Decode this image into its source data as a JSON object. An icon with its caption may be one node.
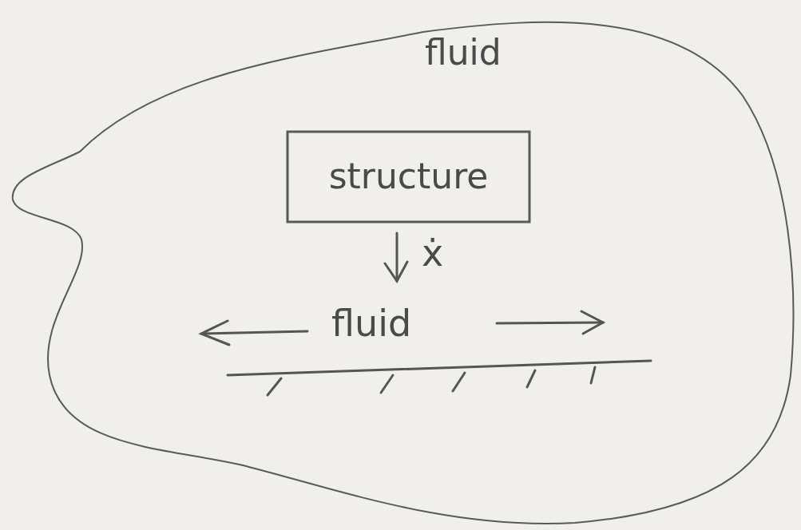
{
  "diagram": {
    "nodes": [
      {
        "text": [
          "fluid"
        ]
      },
      {
        "text": [
          "structure"
        ],
        "in": 0
      }
    ],
    "edges": [],
    "labels": [
      "ẋ",
      "fluid"
    ]
  }
}
